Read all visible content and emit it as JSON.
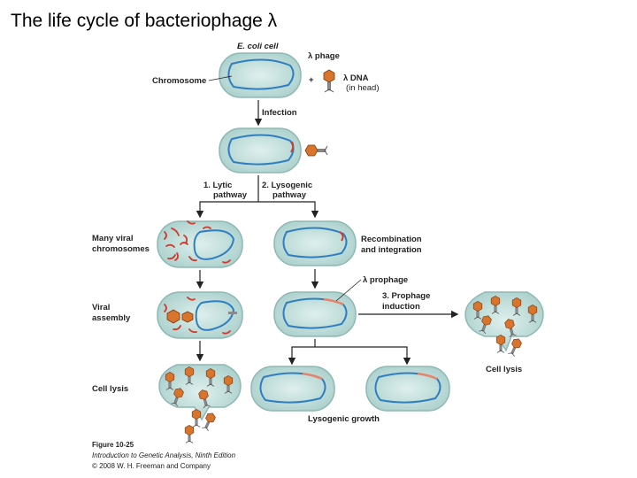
{
  "slide": {
    "title": "The life cycle of bacteriophage λ"
  },
  "labels": {
    "ecoli_cell": "E. coli cell",
    "lambda_phage": "λ phage",
    "chromosome": "Chromosome",
    "plus": "+",
    "lambda_dna_1": "λ DNA",
    "lambda_dna_2": "(in head)",
    "infection": "Infection",
    "lytic_1": "1. Lytic",
    "lytic_2": "pathway",
    "lysogenic_1": "2. Lysogenic",
    "lysogenic_2": "pathway",
    "many_viral_1": "Many viral",
    "many_viral_2": "chromosomes",
    "recombination_1": "Recombination",
    "recombination_2": "and integration",
    "lambda_prophage": "λ prophage",
    "prophage_induction_1": "3. Prophage",
    "prophage_induction_2": "induction",
    "viral_assembly_1": "Viral",
    "viral_assembly_2": "assembly",
    "cell_lysis_left": "Cell lysis",
    "cell_lysis_right": "Cell lysis",
    "lysogenic_growth": "Lysogenic growth"
  },
  "caption": {
    "figure": "Figure 10-25",
    "book": "Introduction to Genetic Analysis, Ninth Edition",
    "copyright": "© 2008 W. H. Freeman and Company"
  },
  "colors": {
    "cell_fill": "#c6e2df",
    "cell_stroke": "#8fb8b4",
    "chromosome": "#2f7fc0",
    "viral_dna": "#d23b2b",
    "prophage": "#e8836a",
    "phage_head": "#d9742c",
    "arrow": "#222222"
  }
}
